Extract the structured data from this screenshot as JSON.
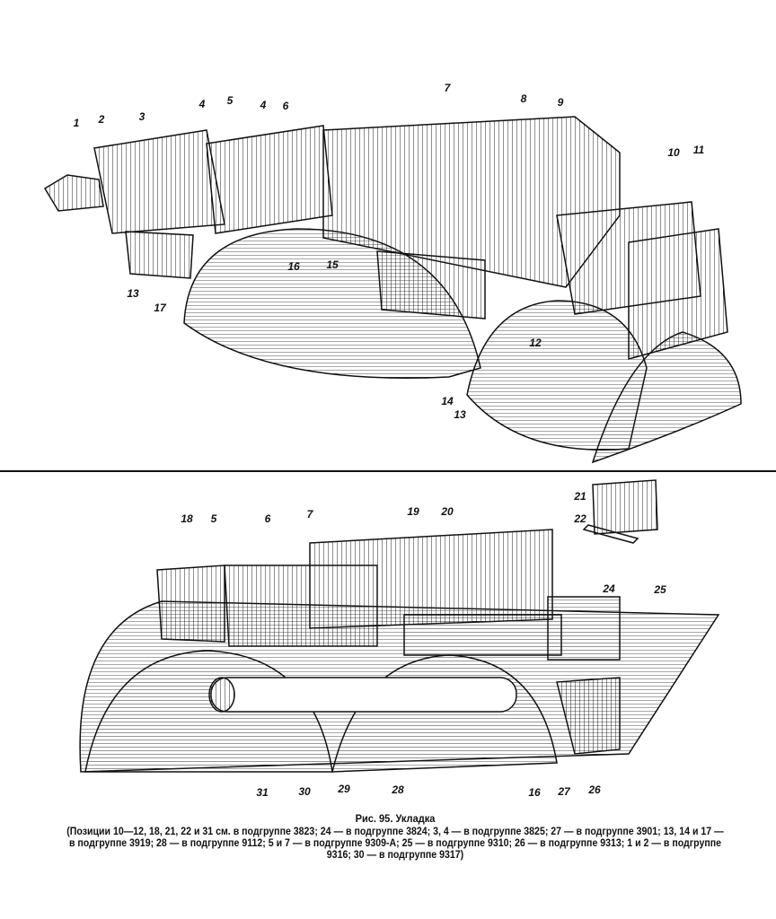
{
  "figure": {
    "top_labels": [
      "1",
      "2",
      "3",
      "4",
      "5",
      "4",
      "6",
      "7",
      "8",
      "9",
      "10",
      "11",
      "12",
      "13",
      "17",
      "16",
      "15",
      "14",
      "13"
    ],
    "bottom_labels": [
      "18",
      "5",
      "6",
      "7",
      "19",
      "20",
      "21",
      "22",
      "24",
      "25",
      "31",
      "30",
      "29",
      "28",
      "16",
      "27",
      "26"
    ]
  },
  "caption": {
    "title": "Рис. 95. Укладка",
    "body": "(Позиции 10—12, 18, 21, 22 и 31 см. в подгруппе 3823; 24 — в подгруппе 3824; 3, 4 — в подгруппе 3825; 27 — в подгруппе 3901; 13, 14 и 17 — в подгруппе 3919; 28 — в подгруппе 9112; 5 и 7 — в подгруппе 9309-А; 25 — в подгруппе 9310; 26 — в подгруппе 9313; 1 и 2 — в подгруппе 9316; 30 — в подгруппе 9317)"
  }
}
